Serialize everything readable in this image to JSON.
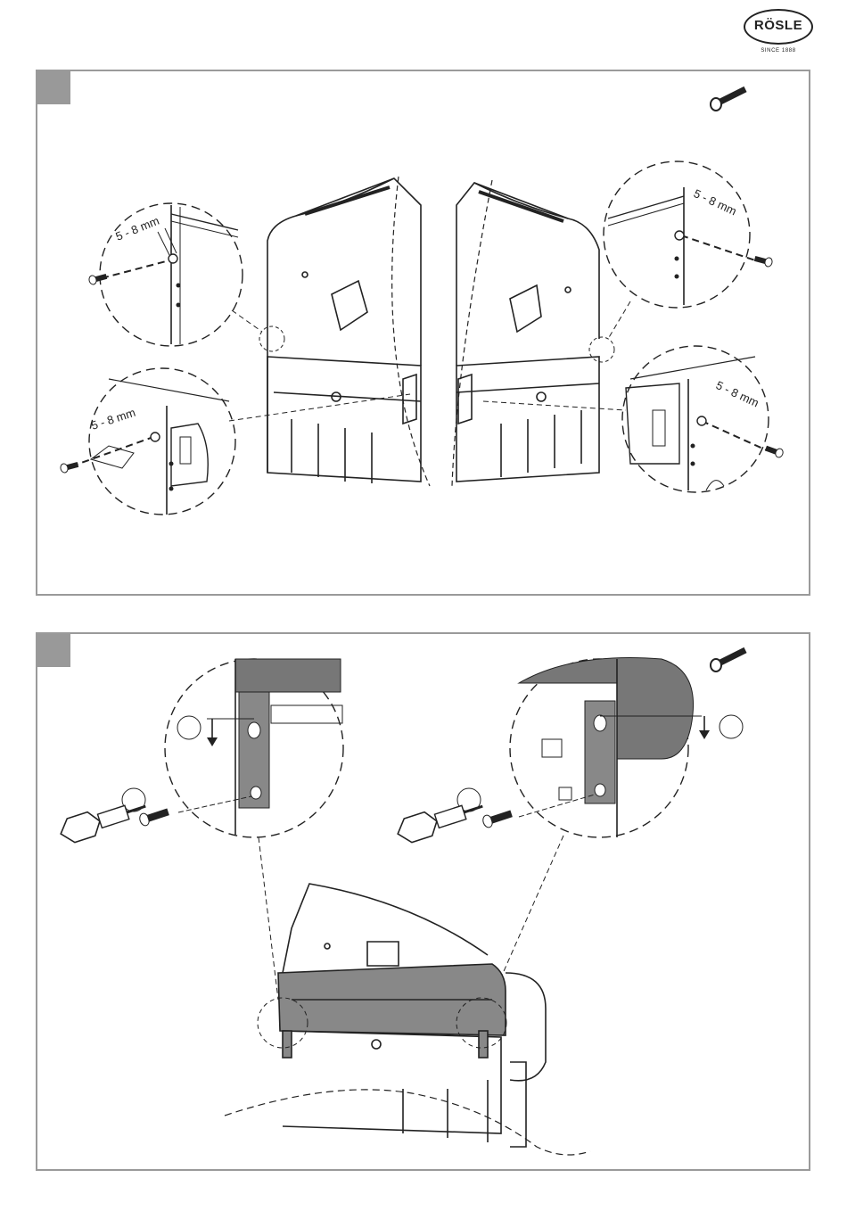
{
  "brand": {
    "name": "RÖSLE",
    "tagline": "SINCE 1888"
  },
  "steps": [
    {
      "id": "step-1",
      "measurements": [
        "5 - 8 mm",
        "5 - 8 mm",
        "5 - 8 mm",
        "5 - 8 mm"
      ],
      "icon": "screw-icon"
    },
    {
      "id": "step-2",
      "icon": "screw-icon",
      "callouts": [
        {
          "icon": "screwdriver-icon"
        },
        {
          "icon": "screwdriver-icon"
        }
      ]
    }
  ]
}
